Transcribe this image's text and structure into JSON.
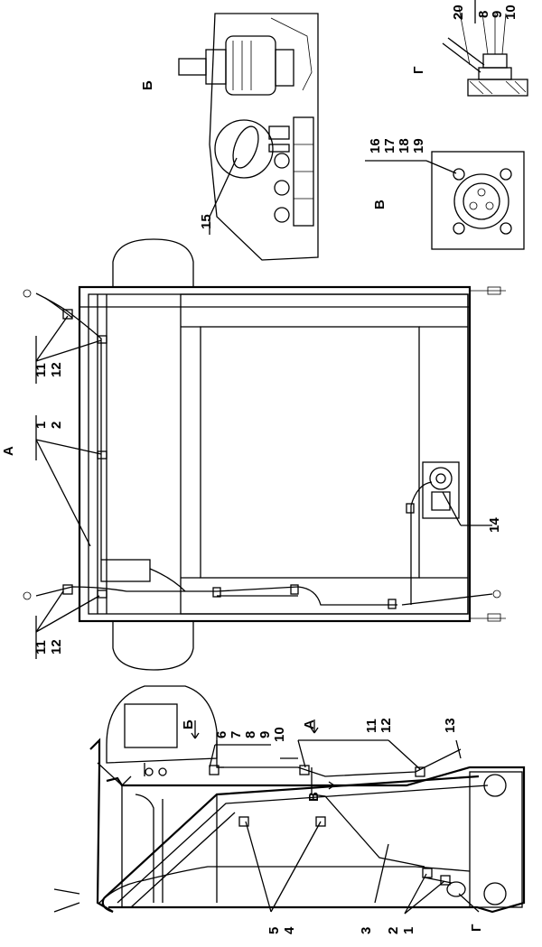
{
  "view_letters": {
    "A": "А",
    "B": "Б",
    "V": "В",
    "G": "Г"
  },
  "callouts": {
    "c1": "1",
    "c2": "2",
    "c3": "3",
    "c4": "4",
    "c5": "5",
    "c6": "6",
    "c7": "7",
    "c8": "8",
    "c9": "9",
    "c10": "10",
    "c11": "11",
    "c12": "12",
    "c13": "13",
    "c14": "14",
    "c15": "15",
    "c16": "16",
    "c17": "17",
    "c18": "18",
    "c19": "19",
    "c20": "20"
  }
}
